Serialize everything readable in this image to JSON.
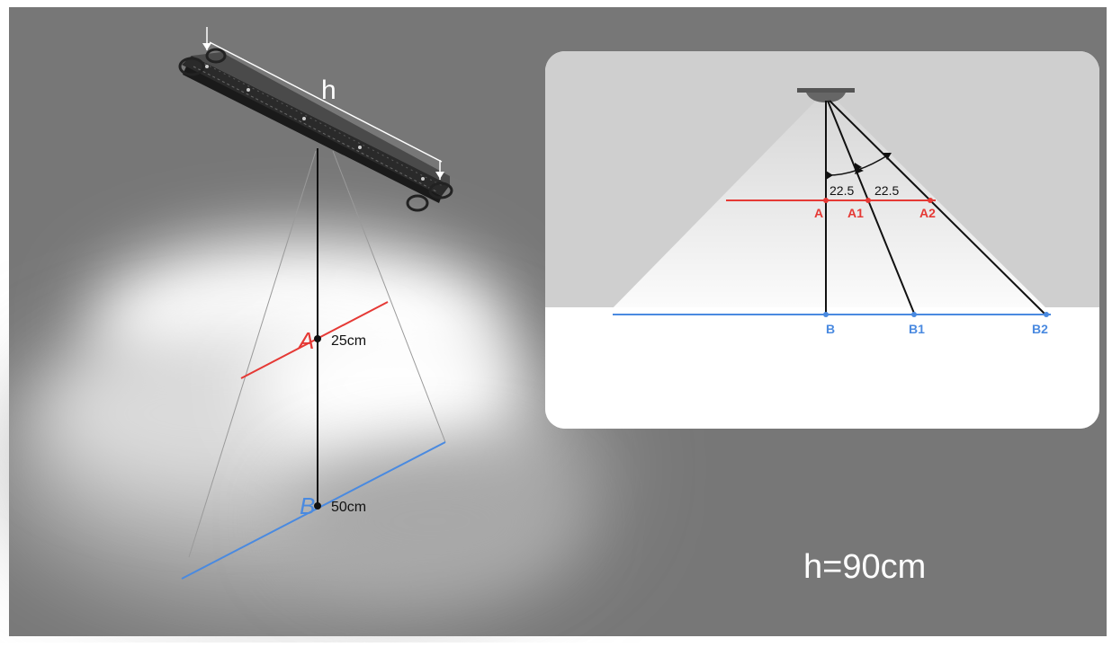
{
  "colors": {
    "background": "#777777",
    "level_a": "#e53935",
    "level_b": "#4a8ae0",
    "line": "#111111",
    "dimension": "#ffffff",
    "panel": "#ffffff",
    "panel_shade": "#cfcfcf"
  },
  "luminaire": {
    "length_symbol": "h"
  },
  "left_diagram": {
    "level_a": {
      "label": "A",
      "distance": "25cm"
    },
    "level_b": {
      "label": "B",
      "distance": "50cm"
    }
  },
  "inset": {
    "angle_1": "22.5",
    "angle_2": "22.5",
    "points_a": [
      "A",
      "A1",
      "A2"
    ],
    "points_b": [
      "B",
      "B1",
      "B2"
    ]
  },
  "height_note": "h=90cm"
}
